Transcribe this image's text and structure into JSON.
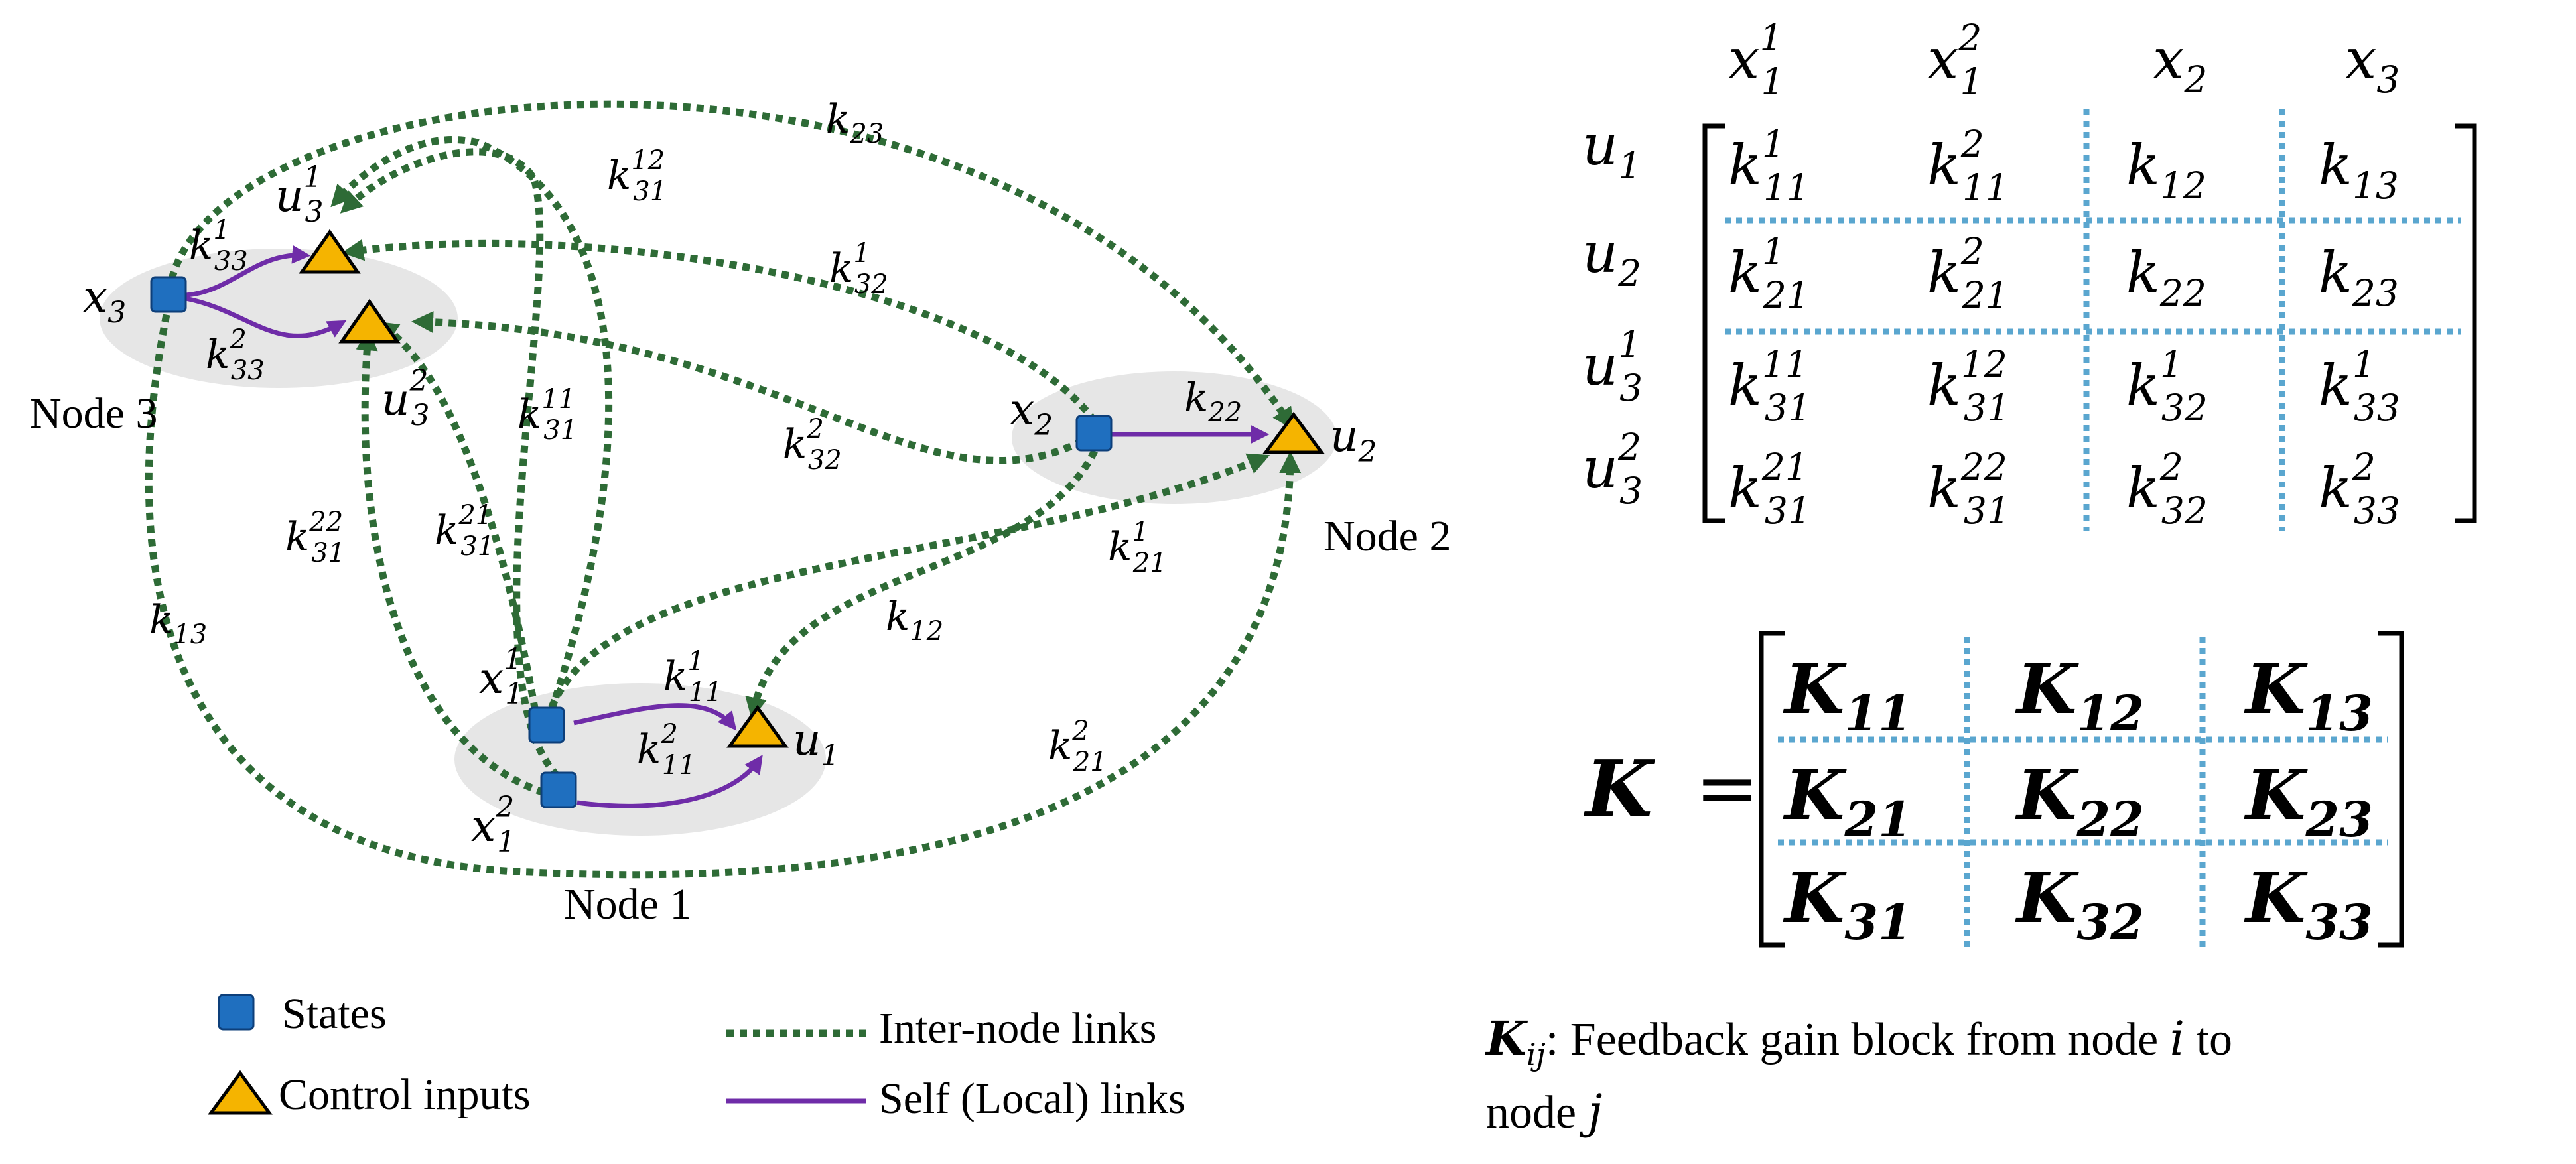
{
  "nodes": {
    "node1": "Node 1",
    "node2": "Node 2",
    "node3": "Node 3"
  },
  "diagram": {
    "x3": "x",
    "x3_sub": "3",
    "x2": "x",
    "x2_sub": "2",
    "x11": "x",
    "x11_sup": "1",
    "x11_sub": "1",
    "x12": "x",
    "x12_sup": "2",
    "x12_sub": "1",
    "u1": "u",
    "u1_sub": "1",
    "u2": "u",
    "u2_sub": "2",
    "u31": "u",
    "u31_sup": "1",
    "u31_sub": "3",
    "u32": "u",
    "u32_sup": "2",
    "u32_sub": "3"
  },
  "gains": {
    "k23": {
      "b": "k",
      "sub": "23"
    },
    "k3112": {
      "b": "k",
      "sup": "12",
      "sub": "31"
    },
    "k331": {
      "b": "k",
      "sup": "1",
      "sub": "33"
    },
    "k332": {
      "b": "k",
      "sup": "2",
      "sub": "33"
    },
    "k321": {
      "b": "k",
      "sup": "1",
      "sub": "32"
    },
    "k322": {
      "b": "k",
      "sup": "2",
      "sub": "32"
    },
    "k3111": {
      "b": "k",
      "sup": "11",
      "sub": "31"
    },
    "k3121": {
      "b": "k",
      "sup": "21",
      "sub": "31"
    },
    "k3122": {
      "b": "k",
      "sup": "22",
      "sub": "31"
    },
    "k22": {
      "b": "k",
      "sub": "22"
    },
    "k211": {
      "b": "k",
      "sup": "1",
      "sub": "21"
    },
    "k212": {
      "b": "k",
      "sup": "2",
      "sub": "21"
    },
    "k12": {
      "b": "k",
      "sub": "12"
    },
    "k13": {
      "b": "k",
      "sub": "13"
    },
    "k111": {
      "b": "k",
      "sup": "1",
      "sub": "11"
    },
    "k112": {
      "b": "k",
      "sup": "2",
      "sub": "11"
    }
  },
  "legend": {
    "states": "States",
    "control_inputs": "Control inputs",
    "inter_node_links": "Inter-node links",
    "self_links": "Self (Local) links"
  },
  "matrix": {
    "col_headers": [
      {
        "b": "x",
        "sup": "1",
        "sub": "1"
      },
      {
        "b": "x",
        "sup": "2",
        "sub": "1"
      },
      {
        "b": "x",
        "sub": "2"
      },
      {
        "b": "x",
        "sub": "3"
      }
    ],
    "row_headers": [
      {
        "b": "u",
        "sub": "1"
      },
      {
        "b": "u",
        "sub": "2"
      },
      {
        "b": "u",
        "sup": "1",
        "sub": "3"
      },
      {
        "b": "u",
        "sup": "2",
        "sub": "3"
      }
    ],
    "cells": [
      [
        {
          "b": "k",
          "sup": "1",
          "sub": "11"
        },
        {
          "b": "k",
          "sup": "2",
          "sub": "11"
        },
        {
          "b": "k",
          "sub": "12"
        },
        {
          "b": "k",
          "sub": "13"
        }
      ],
      [
        {
          "b": "k",
          "sup": "1",
          "sub": "21"
        },
        {
          "b": "k",
          "sup": "2",
          "sub": "21"
        },
        {
          "b": "k",
          "sub": "22"
        },
        {
          "b": "k",
          "sub": "23"
        }
      ],
      [
        {
          "b": "k",
          "sup": "11",
          "sub": "31"
        },
        {
          "b": "k",
          "sup": "12",
          "sub": "31"
        },
        {
          "b": "k",
          "sup": "1",
          "sub": "32"
        },
        {
          "b": "k",
          "sup": "1",
          "sub": "33"
        }
      ],
      [
        {
          "b": "k",
          "sup": "21",
          "sub": "31"
        },
        {
          "b": "k",
          "sup": "22",
          "sub": "31"
        },
        {
          "b": "k",
          "sup": "2",
          "sub": "32"
        },
        {
          "b": "k",
          "sup": "2",
          "sub": "33"
        }
      ]
    ]
  },
  "block_matrix": {
    "lhs": "K",
    "equals": "=",
    "cells": [
      [
        {
          "b": "K",
          "sub": "11"
        },
        {
          "b": "K",
          "sub": "12"
        },
        {
          "b": "K",
          "sub": "13"
        }
      ],
      [
        {
          "b": "K",
          "sub": "21"
        },
        {
          "b": "K",
          "sub": "22"
        },
        {
          "b": "K",
          "sub": "23"
        }
      ],
      [
        {
          "b": "K",
          "sub": "31"
        },
        {
          "b": "K",
          "sub": "32"
        },
        {
          "b": "K",
          "sub": "33"
        }
      ]
    ]
  },
  "caption": {
    "symbol": "K",
    "symbol_sub": "ij",
    "line1_a": ": Feedback gain block from node ",
    "var_i": "i",
    "line1_b": " to",
    "line2_a": "node ",
    "var_j": "j"
  },
  "colors": {
    "inter_link": "#2e6b36",
    "self_link": "#6f2ca8",
    "state": "#1f6fbf",
    "control": "#f5b400",
    "node_ellipse": "#e6e6e6",
    "grid": "#5aa6cf"
  }
}
